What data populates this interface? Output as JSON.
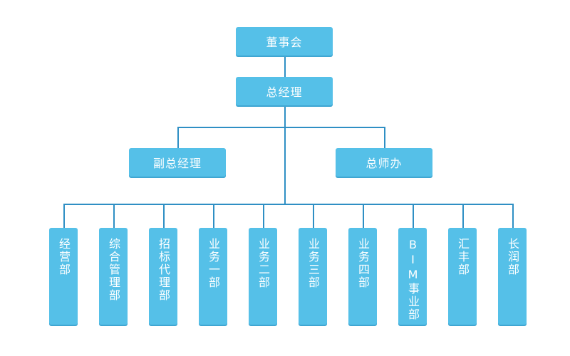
{
  "org_chart": {
    "level1": "董事会",
    "level2": "总经理",
    "level3": [
      "副总经理",
      "总师办"
    ],
    "departments": [
      "经营部",
      "综合管理部",
      "招标代理部",
      "业务一部",
      "业务二部",
      "业务三部",
      "业务四部",
      "BIM事业部",
      "汇丰部",
      "长润部"
    ]
  },
  "colors": {
    "box": "#55c0e8",
    "line": "#2f8fc4",
    "text": "#ffffff"
  }
}
